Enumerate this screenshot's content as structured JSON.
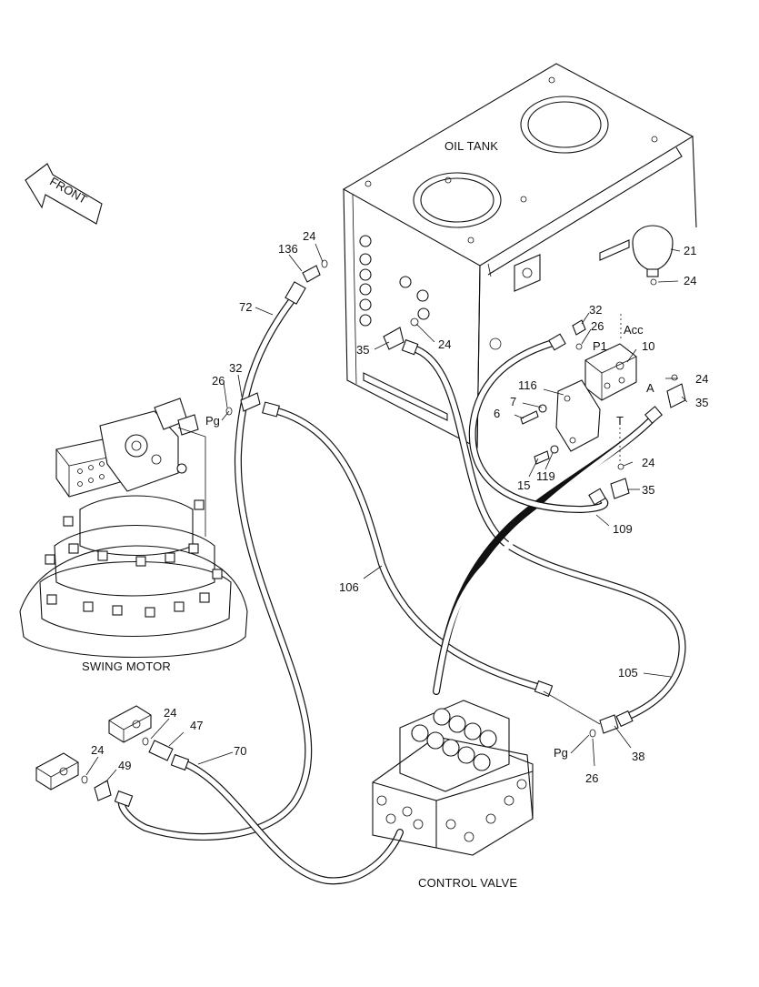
{
  "assemblies": {
    "oil_tank": "OIL TANK",
    "swing_motor": "SWING MOTOR",
    "control_valve": "CONTROL VALVE"
  },
  "direction_arrow": "FRONT",
  "callouts": {
    "c24_a": "24",
    "c136": "136",
    "c72": "72",
    "c32_a": "32",
    "c26_a": "26",
    "c_pg_a": "Pg",
    "c35_a": "35",
    "c24_b": "24",
    "c21": "21",
    "c24_c": "24",
    "c32_b": "32",
    "c26_b": "26",
    "c_acc": "Acc",
    "c_p1": "P1",
    "c10": "10",
    "c116": "116",
    "c7": "7",
    "c6": "6",
    "c_a": "A",
    "c24_d": "24",
    "c35_b": "35",
    "c_t": "T",
    "c24_e": "24",
    "c35_c": "35",
    "c15": "15",
    "c119": "119",
    "c109": "109",
    "c106": "106",
    "c105": "105",
    "c24_f": "24",
    "c47": "47",
    "c70": "70",
    "c24_g": "24",
    "c49": "49",
    "c_pg_b": "Pg",
    "c38": "38",
    "c26_c": "26"
  }
}
